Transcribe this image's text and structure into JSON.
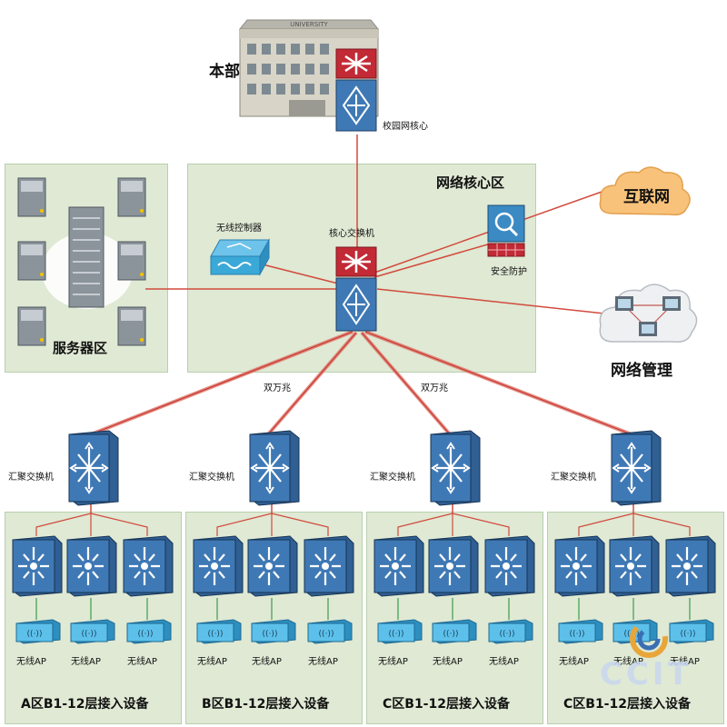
{
  "headquarters": {
    "label": "本部",
    "building_sign": "UNIVERSITY",
    "campus_core_label": "校园网核心"
  },
  "core_zone": {
    "title": "网络核心区",
    "core_switch_label": "核心交换机",
    "wireless_controller_label": "无线控制器",
    "security_label": "安全防护"
  },
  "server_zone": {
    "label": "服务器区"
  },
  "internet": {
    "label": "互联网"
  },
  "network_management": {
    "label": "网络管理"
  },
  "links": {
    "uplink_label_left": "双万兆",
    "uplink_label_right": "双万兆"
  },
  "distribution": {
    "switch_label": "汇聚交换机"
  },
  "access_zones": [
    {
      "label": "A区B1-12层接入设备",
      "ap_labels": [
        "无线AP",
        "无线AP",
        "无线AP"
      ]
    },
    {
      "label": "B区B1-12层接入设备",
      "ap_labels": [
        "无线AP",
        "无线AP",
        "无线AP"
      ]
    },
    {
      "label": "C区B1-12层接入设备",
      "ap_labels": [
        "无线AP",
        "无线AP",
        "无线AP"
      ]
    },
    {
      "label": "C区B1-12层接入设备",
      "ap_labels": [
        "无线AP",
        "无线AP",
        "无线AP"
      ]
    }
  ],
  "watermark": {
    "text": "CCIT"
  },
  "colors": {
    "zone_fill": "#dfe9d4",
    "link_red": "#d24a3c",
    "access_line_green": "#3c9c4a",
    "switch_blue": "#2f5f93",
    "router_red": "#c22a35",
    "ap_blue": "#3aa9d8"
  }
}
